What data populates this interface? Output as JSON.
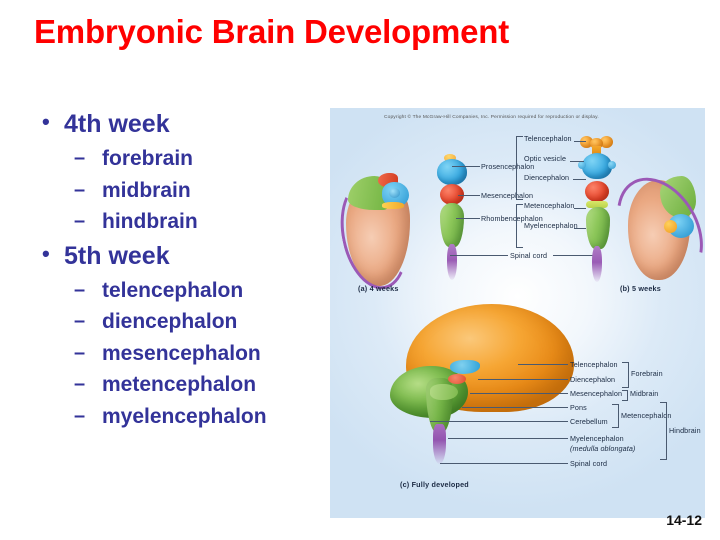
{
  "slide": {
    "title": "Embryonic Brain Development",
    "page_number": "14-12",
    "title_color": "#FF0000",
    "body_color": "#333399"
  },
  "bullets": [
    {
      "level": 1,
      "text": "4th week",
      "marker": "•"
    },
    {
      "level": 2,
      "text": "forebrain",
      "marker": "–"
    },
    {
      "level": 2,
      "text": "midbrain",
      "marker": "–"
    },
    {
      "level": 2,
      "text": "hindbrain",
      "marker": "–"
    },
    {
      "level": 1,
      "text": "5th week",
      "marker": "•"
    },
    {
      "level": 2,
      "text": "telencephalon",
      "marker": "–"
    },
    {
      "level": 2,
      "text": "diencephalon",
      "marker": "–"
    },
    {
      "level": 2,
      "text": "mesencephalon",
      "marker": "–"
    },
    {
      "level": 2,
      "text": "metencephalon",
      "marker": "–"
    },
    {
      "level": 2,
      "text": "myelencephalon",
      "marker": "–"
    }
  ],
  "figure": {
    "copyright": "Copyright © The McGraw-Hill Companies, Inc. Permission required for reproduction or display.",
    "captions": {
      "a": "(a)  4 weeks",
      "b": "(b)  5 weeks",
      "c": "(c)  Fully developed"
    },
    "labels_4wk": {
      "prosencephalon": "Prosencephalon",
      "mesencephalon": "Mesencephalon",
      "rhombencephalon": "Rhombencephalon",
      "spinal_cord": "Spinal cord"
    },
    "labels_5wk": {
      "telencephalon": "Telencephalon",
      "optic_vesicle": "Optic vesicle",
      "diencephalon": "Diencephalon",
      "metencephalon": "Metencephalon",
      "myelencephalon": "Myelencephalon"
    },
    "labels_adult": {
      "telencephalon": "Telencephalon",
      "diencephalon": "Diencephalon",
      "mesencephalon": "Mesencephalon",
      "pons": "Pons",
      "cerebellum": "Cerebellum",
      "myelencephalon": "Myelencephalon",
      "medulla": "(medulla oblongata)",
      "spinal_cord": "Spinal cord",
      "forebrain": "Forebrain",
      "midbrain": "Midbrain",
      "metencephalon": "Metencephalon",
      "hindbrain": "Hindbrain"
    },
    "region_colors": {
      "prosencephalon_telencephalon": "#F5A623",
      "diencephalon": "#2A9FD6",
      "mesencephalon": "#E04A2C",
      "metencephalon": "#C8DC55",
      "myelencephalon": "#7CBB4A",
      "spinal_cord": "#9355B0",
      "cerebrum": "#F6A634"
    }
  }
}
